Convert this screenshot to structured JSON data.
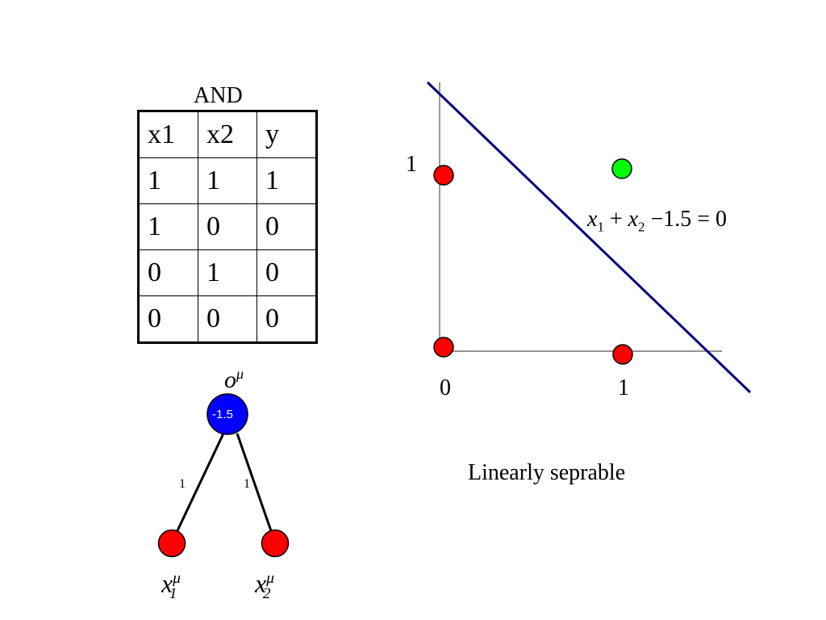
{
  "truth_table": {
    "title": "AND",
    "headers": [
      "x1",
      "x2",
      "y"
    ],
    "rows": [
      [
        "1",
        "1",
        "1"
      ],
      [
        "1",
        "0",
        "0"
      ],
      [
        "0",
        "1",
        "0"
      ],
      [
        "0",
        "0",
        "0"
      ]
    ]
  },
  "network": {
    "output_label_base": "o",
    "output_label_sup": "μ",
    "output_node_value": "-1.5",
    "weight_left": "1",
    "weight_right": "1",
    "input_left_base": "x",
    "input_left_sub": "1",
    "input_left_sup": "μ",
    "input_right_base": "x",
    "input_right_sub": "2",
    "input_right_sup": "μ"
  },
  "plot": {
    "y_tick_1": "1",
    "x_tick_0": "0",
    "x_tick_1": "1",
    "equation_x": "x",
    "equation_sub1": "1",
    "equation_plus": "+",
    "equation_sub2": "2",
    "equation_rest": "−1.5 = 0",
    "caption": "Linearly seprable"
  },
  "colors": {
    "red": "#ff0000",
    "green": "#00ff00",
    "blue": "#0000ff",
    "line": "#000080"
  }
}
